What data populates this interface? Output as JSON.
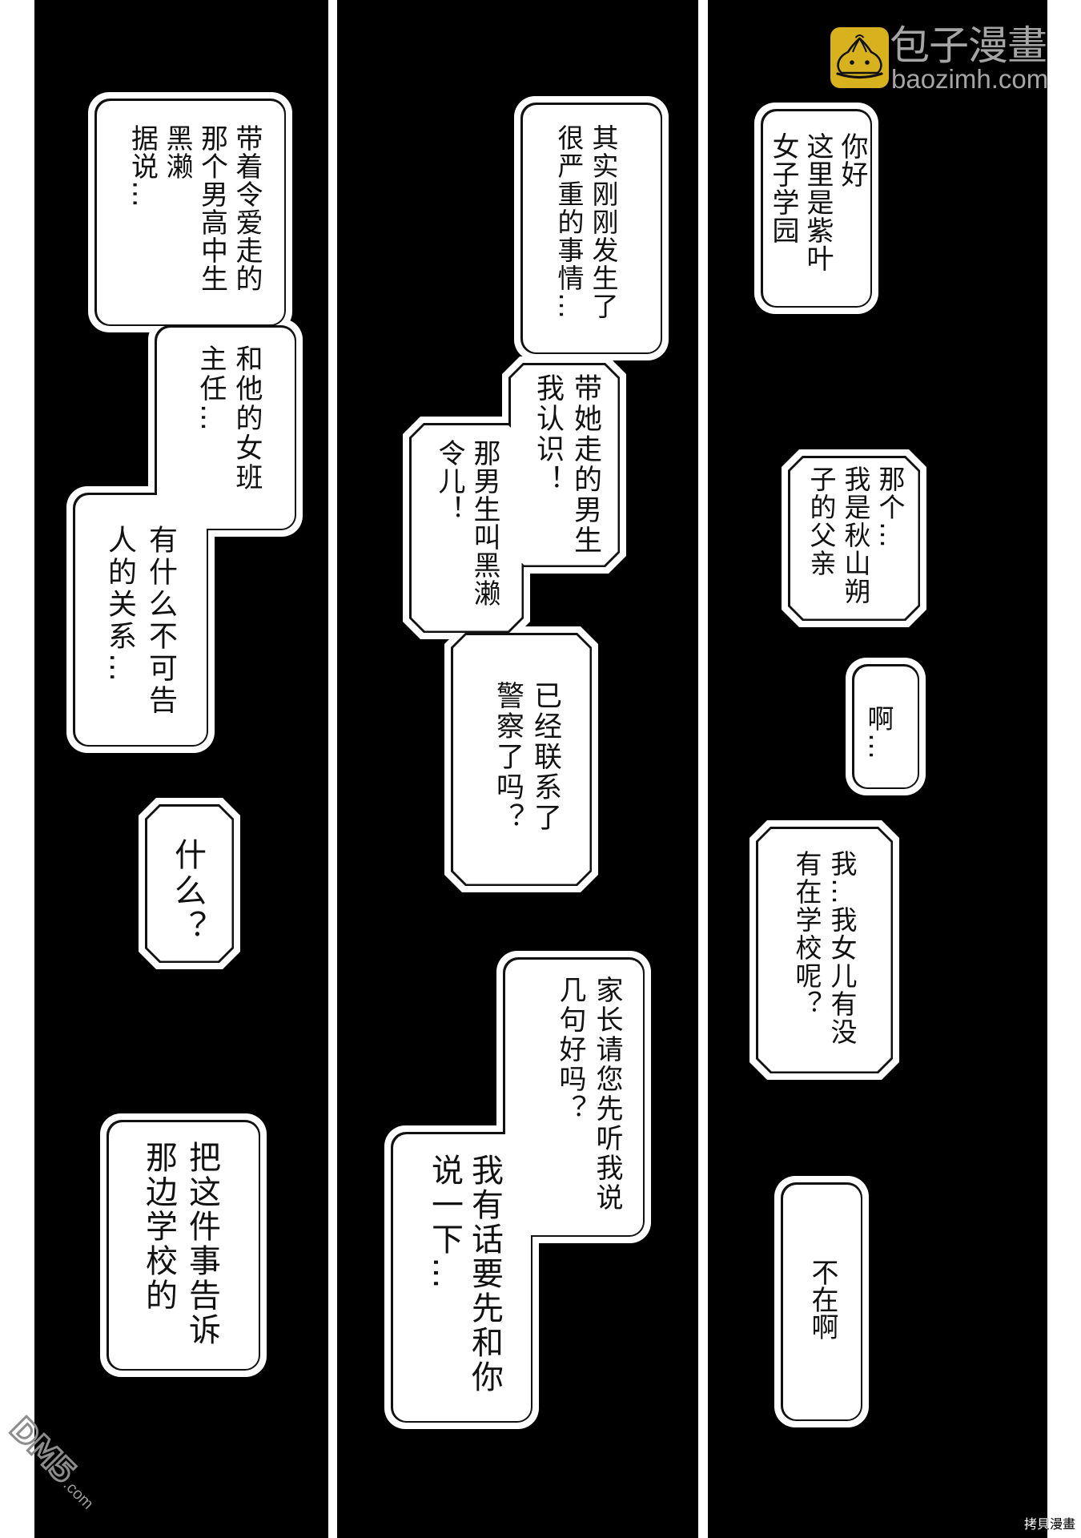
{
  "page": {
    "kind": "manga page (vertical Chinese text, three black strips)",
    "background_color": "#ffffff",
    "panel_color": "#000000",
    "bubble_line_color": "#111111"
  },
  "watermarks": {
    "top_right": {
      "icon": "steamed-bun-logo-icon",
      "icon_color": "#d8b21e",
      "name": "包子漫畫",
      "url_text": "baozimh.com"
    },
    "bottom_left": {
      "brand": "DM5",
      "suffix": ".com"
    },
    "bottom_right": {
      "text": "拷貝漫畫"
    }
  },
  "panels": [
    {
      "position": "right",
      "bubbles": [
        {
          "id": "greeting",
          "lines": [
            "你好",
            "这里是紫叶",
            "女子学园"
          ]
        },
        {
          "id": "father-intro",
          "lines": [
            "那个…",
            "我是秋山朔",
            "子的父亲"
          ]
        },
        {
          "id": "ah",
          "lines": [
            "啊…"
          ]
        },
        {
          "id": "daughter-question",
          "lines": [
            "我…我女儿有没",
            "有在学校呢？"
          ]
        },
        {
          "id": "not-here",
          "lines": [
            "不在啊"
          ]
        }
      ]
    },
    {
      "position": "middle",
      "bubbles": [
        {
          "id": "serious-matter",
          "lines": [
            "其实刚刚发生了",
            "很严重的事情…"
          ]
        },
        {
          "id": "know-the-boy",
          "segments": [
            {
              "lines": [
                "带她走的男生",
                "我认识！"
              ]
            },
            {
              "lines": [
                "那男生叫黑濑",
                "令儿！"
              ]
            },
            {
              "lines": [
                "已经联系了",
                "警察了吗？"
              ]
            }
          ]
        },
        {
          "id": "please-listen",
          "segments": [
            {
              "lines": [
                "家长请您先听我说",
                "几句好吗？"
              ]
            },
            {
              "lines": [
                "我有话要先和你",
                "说一下…"
              ]
            }
          ]
        }
      ]
    },
    {
      "position": "left",
      "bubbles": [
        {
          "id": "rumor",
          "segments": [
            {
              "lines": [
                "带着令爱走的",
                "那个男高中生",
                "黑濑",
                "据说…"
              ]
            },
            {
              "lines": [
                "和他的女班",
                "主任…"
              ]
            },
            {
              "lines": [
                "有什么不可告",
                "人的关系…"
              ]
            }
          ]
        },
        {
          "id": "what",
          "lines": [
            "什么？"
          ]
        },
        {
          "id": "tell-school",
          "lines": [
            "把这件事告诉",
            "那边学校的"
          ]
        }
      ]
    }
  ]
}
